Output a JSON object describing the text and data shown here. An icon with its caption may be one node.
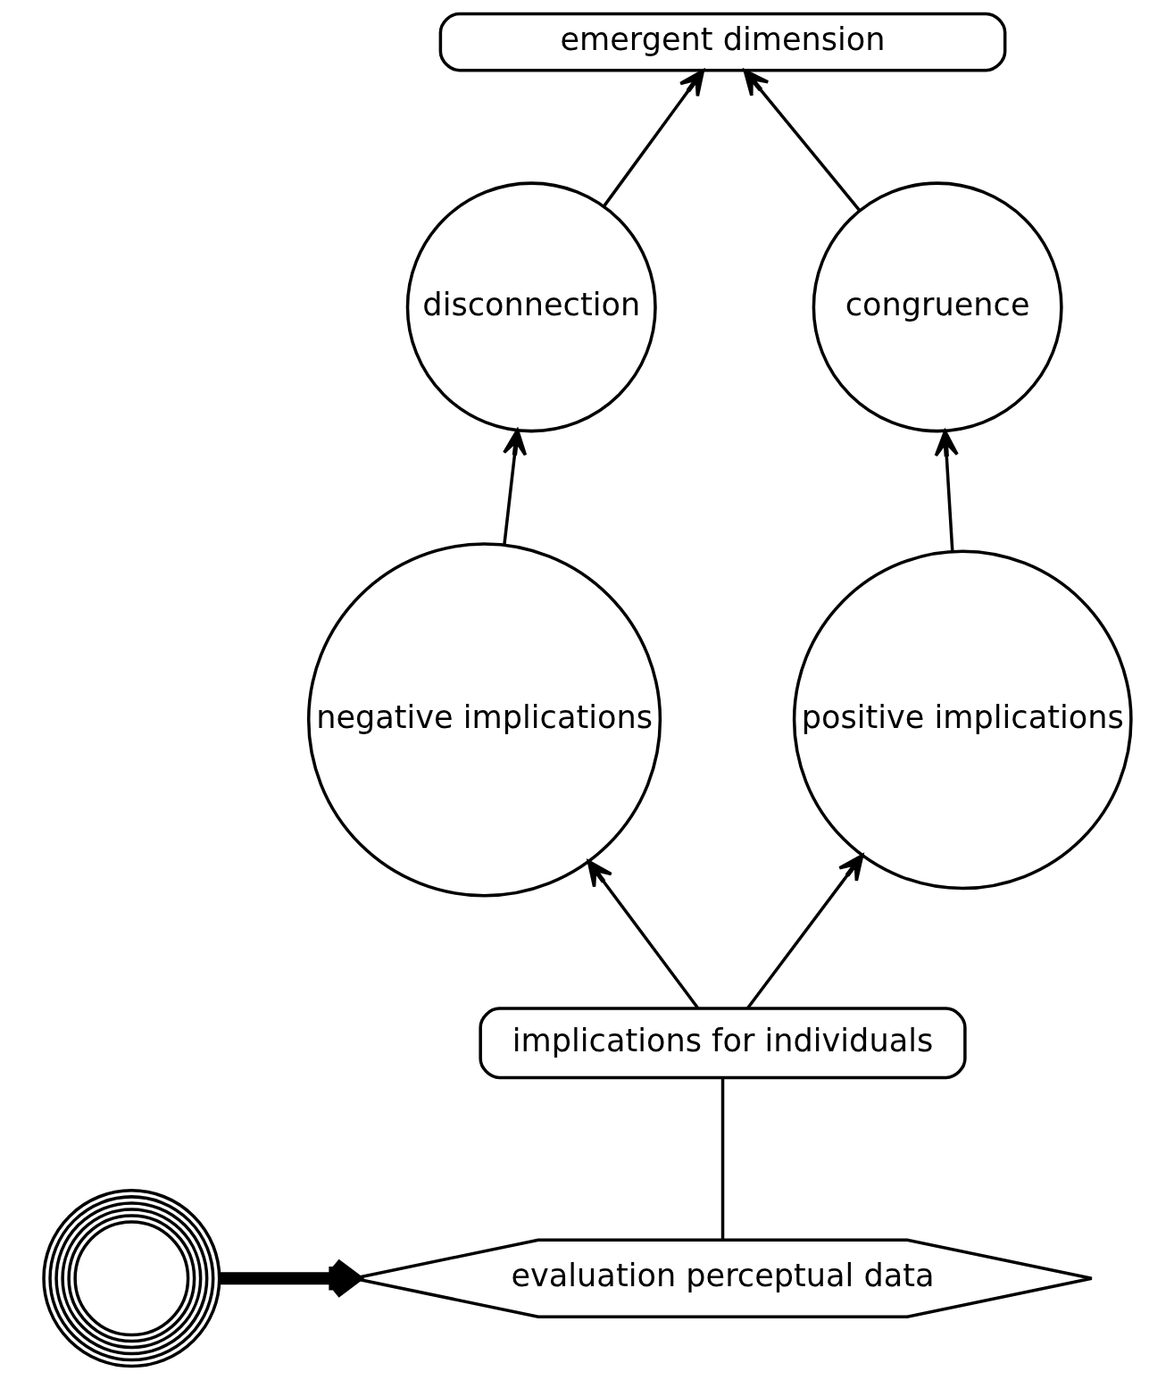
{
  "diagram": {
    "nodes": [
      {
        "text": [
          "emergent dimension"
        ]
      },
      {
        "text": [
          "disconnection"
        ]
      },
      {
        "text": [
          "congruence"
        ]
      },
      {
        "text": [
          "negative implications"
        ]
      },
      {
        "text": [
          "positive implications"
        ]
      },
      {
        "text": [
          "implications for individuals"
        ]
      },
      {
        "text": [
          "evaluation perceptual data"
        ]
      },
      {
        "text": [],
        "shape": "circle"
      }
    ],
    "edges": [
      {
        "from": 1,
        "to": 0,
        "arrow": "to"
      },
      {
        "from": 2,
        "to": 0,
        "arrow": "to"
      },
      {
        "from": 3,
        "to": 1,
        "arrow": "to"
      },
      {
        "from": 4,
        "to": 2,
        "arrow": "to"
      },
      {
        "from": 5,
        "to": 3,
        "arrow": "to"
      },
      {
        "from": 5,
        "to": 4,
        "arrow": "to"
      },
      {
        "from": 6,
        "to": 5,
        "arrow": "none"
      },
      {
        "from": 7,
        "to": 6,
        "arrow": "to",
        "style": "thick"
      }
    ]
  }
}
